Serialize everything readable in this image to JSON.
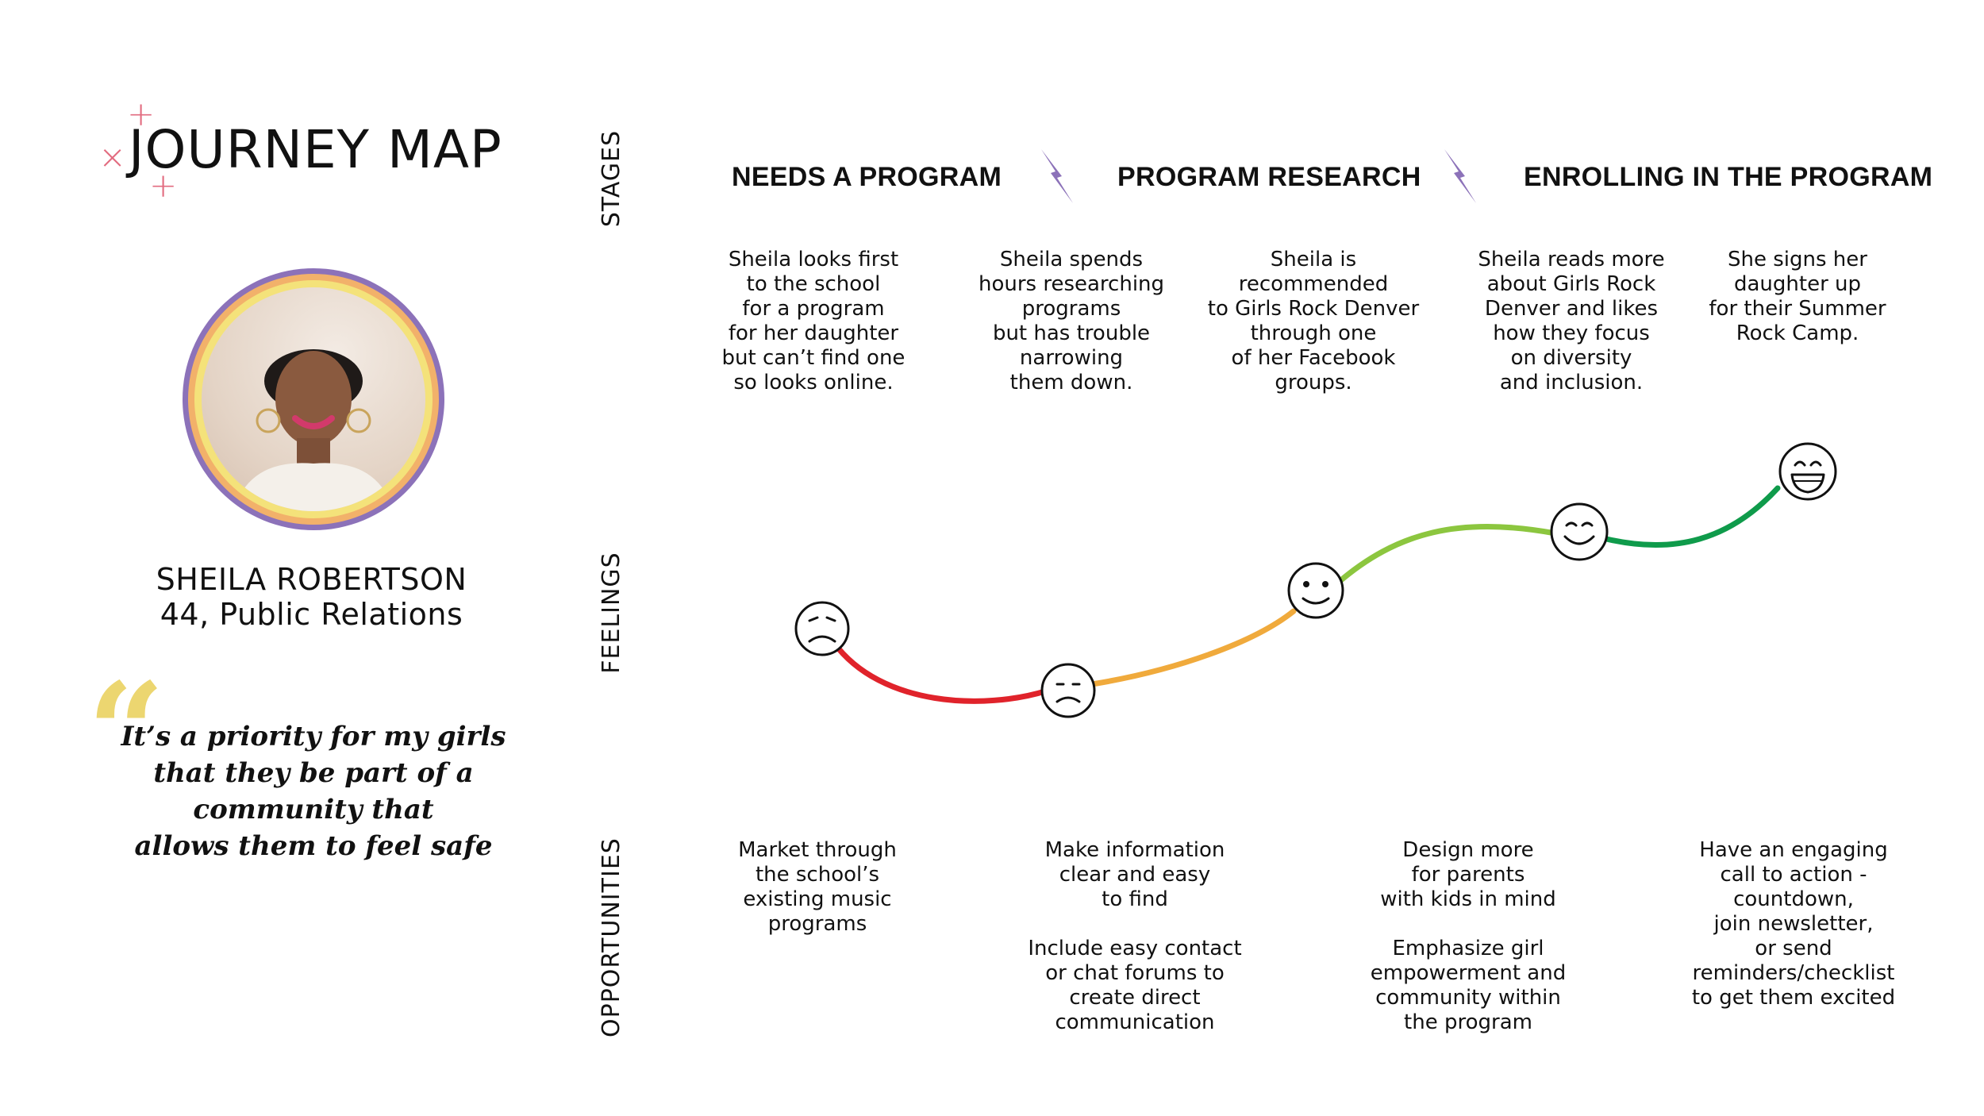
{
  "title": "JOURNEY MAP",
  "persona": {
    "name": "SHEILA ROBERTSON",
    "details": "44, Public Relations",
    "quote_mark": "“",
    "quote": "It’s a priority for my girls\nthat they be part of a\ncommunity that\nallows them to feel safe"
  },
  "row_labels": {
    "stages": "STAGES",
    "feelings": "FEELINGS",
    "opportunities": "OPPORTUNITIES"
  },
  "stages": [
    "NEEDS A PROGRAM",
    "PROGRAM RESEARCH",
    "ENROLLING IN THE PROGRAM"
  ],
  "steps": [
    {
      "text": "Sheila looks first\nto the school\nfor a program\nfor her daughter\nbut can’t find one\nso looks online.",
      "feeling": "sad"
    },
    {
      "text": "Sheila spends\nhours researching\nprograms\nbut has trouble\nnarrowing\nthem down.",
      "feeling": "unhappy"
    },
    {
      "text": "Sheila is\nrecommended\nto Girls Rock Denver\nthrough one\nof her Facebook\ngroups.",
      "feeling": "content"
    },
    {
      "text": "Sheila reads more\nabout Girls Rock\nDenver and likes\nhow they focus\non diversity\nand inclusion.",
      "feeling": "happy"
    },
    {
      "text": "She signs her\ndaughter up\nfor their Summer\nRock Camp.",
      "feeling": "very happy"
    }
  ],
  "opportunities": [
    "Market through\nthe school’s\nexisting music\nprograms",
    "Make information\nclear and easy\nto find\n\nInclude easy contact\nor chat forums to\ncreate direct\ncommunication",
    "Design more\nfor parents\nwith kids in mind\n\nEmphasize girl\nempowerment and\ncommunity within\nthe program",
    "Have an engaging\ncall to action -\ncountdown,\njoin newsletter,\nor send\nreminders/checklist\nto get them excited"
  ],
  "icons": {
    "stage_separator": "lightning-bolt-icon",
    "sparkle": "sparkle-icon"
  },
  "colors": {
    "segment_1": "#e0232b",
    "segment_2": "#f0aa3c",
    "segment_3": "#8cc63f",
    "segment_4": "#0f9b4b",
    "bolt": "#8c72b9",
    "ring_outer": "#8c72b9",
    "ring_mid": "#f2b16a",
    "ring_inner": "#f4e27a",
    "quote_mark": "#ecd670",
    "sparkle": "#e26b7f"
  }
}
